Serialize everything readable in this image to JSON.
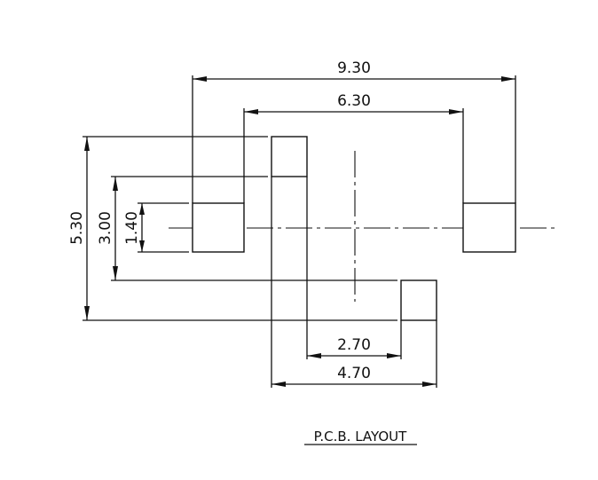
{
  "title": "P.C.B. LAYOUT",
  "dimensions": {
    "overall_width": "9.30",
    "pad_inner_width": "6.30",
    "overall_height": "5.30",
    "row_pitch": "3.00",
    "pad_height": "1.40",
    "gap_width": "2.70",
    "outer_width": "4.70"
  },
  "colors": {
    "line": "#111111",
    "background": "#ffffff"
  }
}
